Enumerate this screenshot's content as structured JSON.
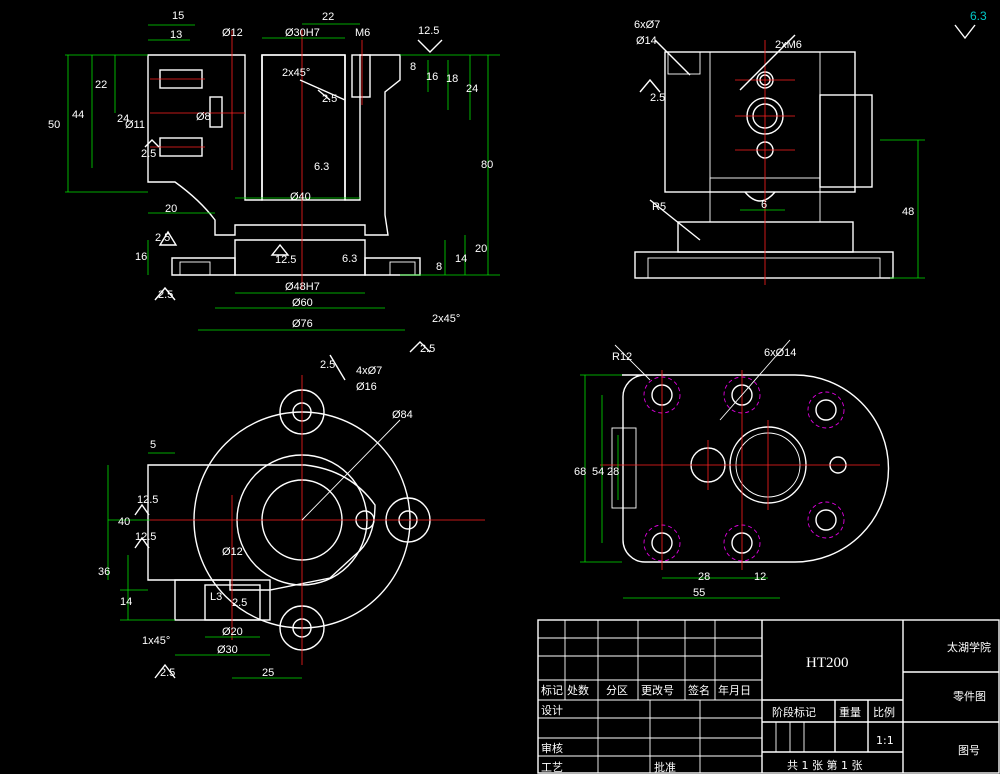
{
  "views": {
    "front_section": {
      "dims": [
        "15",
        "13",
        "Ø12",
        "Ø30H7",
        "22",
        "M6",
        "12.5",
        "2x45°",
        "2.5",
        "22",
        "44",
        "50",
        "24",
        "Ø11",
        "Ø8",
        "2.5",
        "8",
        "16",
        "18",
        "24",
        "80",
        "6.3",
        "Ø40",
        "20",
        "2.5",
        "16",
        "12.5",
        "6.3",
        "8",
        "14",
        "20",
        "Ø48H7",
        "Ø60",
        "Ø76",
        "2.5",
        "2x45°",
        "2.5"
      ]
    },
    "side_view": {
      "dims": [
        "6xØ7",
        "Ø14",
        "2.5",
        "2xM6",
        "R5",
        "6",
        "48"
      ]
    },
    "top_section": {
      "dims": [
        "2.5",
        "4xØ7",
        "Ø16",
        "Ø84",
        "5",
        "12.5",
        "40",
        "12.5",
        "36",
        "Ø12",
        "14",
        "L3",
        "2.5",
        "1x45°",
        "Ø20",
        "Ø30",
        "2.5",
        "25"
      ]
    },
    "bottom_view": {
      "dims": [
        "R12",
        "6xØ14",
        "68",
        "54",
        "28",
        "28",
        "12",
        "55"
      ]
    }
  },
  "roughness_note": "6.3",
  "title_block": {
    "material": "HT200",
    "school": "太湖学院",
    "drawing_name": "零件图",
    "drawing_number_label": "图号",
    "cols": [
      "标记",
      "处数",
      "分区",
      "更改号",
      "签名",
      "年月日"
    ],
    "rows": [
      "设计",
      "审核",
      "工艺",
      "批准"
    ],
    "stage_mark": "阶段标记",
    "weight": "重量",
    "scale_label": "比例",
    "scale_value": "1:1",
    "sheet_info": "共 1 张 第 1 张"
  }
}
